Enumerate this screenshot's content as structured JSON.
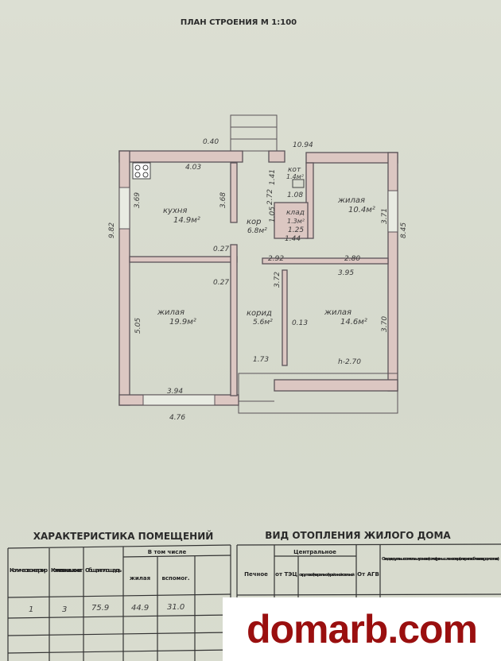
{
  "plan": {
    "title": "ПЛАН СТРОЕНИЯ М 1:100",
    "dims": {
      "top_wall": "0.40",
      "total_width_top": "10.94",
      "kitchen_width": "4.03",
      "kitchen_height_left": "3.69",
      "kitchen_height_right": "3.68",
      "left_total": "9.82",
      "right_total": "8.45",
      "kot_dim": "1.41",
      "kot_width": "1.08",
      "kor_dim1": "2.72",
      "kor_dim2": "1.05",
      "klad_width": "1.25",
      "klad_bottom": "1.44",
      "door1": "0.27",
      "door2": "0.27",
      "mid_left": "2.92",
      "mid_right": "2.80",
      "room_right_top_h": "3.71",
      "room_right_bottom_w": "3.95",
      "corridor_h": "3.72",
      "corridor_w": "0.13",
      "room_left_h": "5.05",
      "room_right_h": "3.70",
      "bottom_left_w": "3.94",
      "bottom_total": "4.76",
      "corridor_bottom": "1.73",
      "bottom_right": "h-2.70"
    },
    "rooms": {
      "kitchen": {
        "name": "кухня",
        "area": "14.9м²"
      },
      "kor": {
        "name": "кор",
        "area": "6.8м²"
      },
      "kot": {
        "name": "кот",
        "area": "1.4м²"
      },
      "klad": {
        "name": "клад",
        "area": "1.3м²"
      },
      "living_top_right": {
        "name": "жилая",
        "area": "10.4м²"
      },
      "living_left": {
        "name": "жилая",
        "area": "19.9м²"
      },
      "corridor": {
        "name": "корид",
        "area": "5.6м²"
      },
      "living_bottom_right": {
        "name": "жилая",
        "area": "14.6м²"
      }
    }
  },
  "characteristics": {
    "title": "ХАРАКТЕРИСТИКА ПОМЕЩЕНИЙ",
    "headers": {
      "apartments": "Коли-чество квартир",
      "rooms": "Коли-чество жилых комнат",
      "total_area": "Общая площадь",
      "including": "В том числе",
      "living": "жилая",
      "auxiliary": "вспомог."
    },
    "rows": [
      {
        "apartments": "1",
        "rooms": "3",
        "total_area": "75.9",
        "living": "44.9",
        "auxiliary": "31.0"
      }
    ]
  },
  "heating": {
    "title": "ВИД ОТОПЛЕНИЯ ЖИЛОГО ДОМА",
    "headers": {
      "stove": "Печное",
      "central": "Центральное",
      "tec": "от ТЭЦ",
      "group": "от групповой (квартальной) и районной котельной",
      "agv": "От АГВ",
      "individual": "От индивидуальных отопительных установок (котлов), промышленного пара (или приспособлен. на твердом топливе)"
    }
  },
  "watermark": "domarb.com"
}
